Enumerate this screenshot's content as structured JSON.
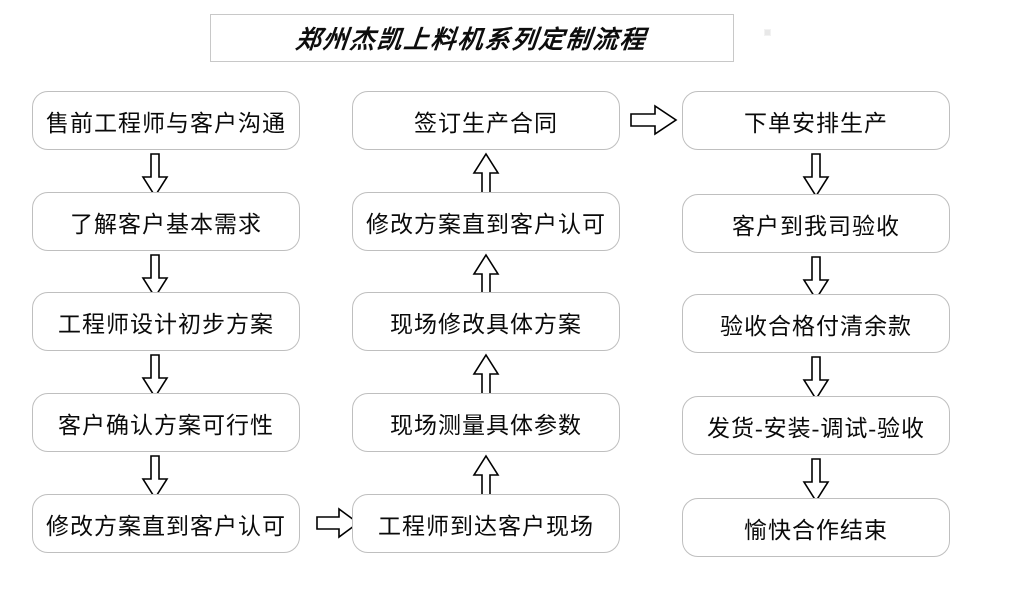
{
  "title": {
    "text": "郑州杰凯上料机系列定制流程"
  },
  "columns": [
    {
      "id": "left",
      "name": "pre-sales-column",
      "nodes": [
        {
          "id": "l1",
          "label": "售前工程师与客户沟通"
        },
        {
          "id": "l2",
          "label": "了解客户基本需求"
        },
        {
          "id": "l3",
          "label": "工程师设计初步方案"
        },
        {
          "id": "l4",
          "label": "客户确认方案可行性"
        },
        {
          "id": "l5",
          "label": "修改方案直到客户认可"
        }
      ]
    },
    {
      "id": "middle",
      "name": "on-site-column",
      "nodes": [
        {
          "id": "m1",
          "label": "签订生产合同"
        },
        {
          "id": "m2",
          "label": "修改方案直到客户认可"
        },
        {
          "id": "m3",
          "label": "现场修改具体方案"
        },
        {
          "id": "m4",
          "label": "现场测量具体参数"
        },
        {
          "id": "m5",
          "label": "工程师到达客户现场"
        }
      ]
    },
    {
      "id": "right",
      "name": "production-column",
      "nodes": [
        {
          "id": "r1",
          "label": "下单安排生产"
        },
        {
          "id": "r2",
          "label": "客户到我司验收"
        },
        {
          "id": "r3",
          "label": "验收合格付清余款"
        },
        {
          "id": "r4",
          "label": "发货-安装-调试-验收"
        },
        {
          "id": "r5",
          "label": "愉快合作结束"
        }
      ]
    }
  ],
  "connectors": {
    "left_down": "down-arrow",
    "middle_up": "up-arrow",
    "right_down": "down-arrow",
    "left_to_middle": "right-arrow",
    "middle_to_right": "right-arrow"
  },
  "colors": {
    "box_border": "#bfbfbf",
    "title_border": "#c8c8c8",
    "text": "#0a0a0a",
    "arrow_stroke": "#000000",
    "background": "#ffffff"
  }
}
